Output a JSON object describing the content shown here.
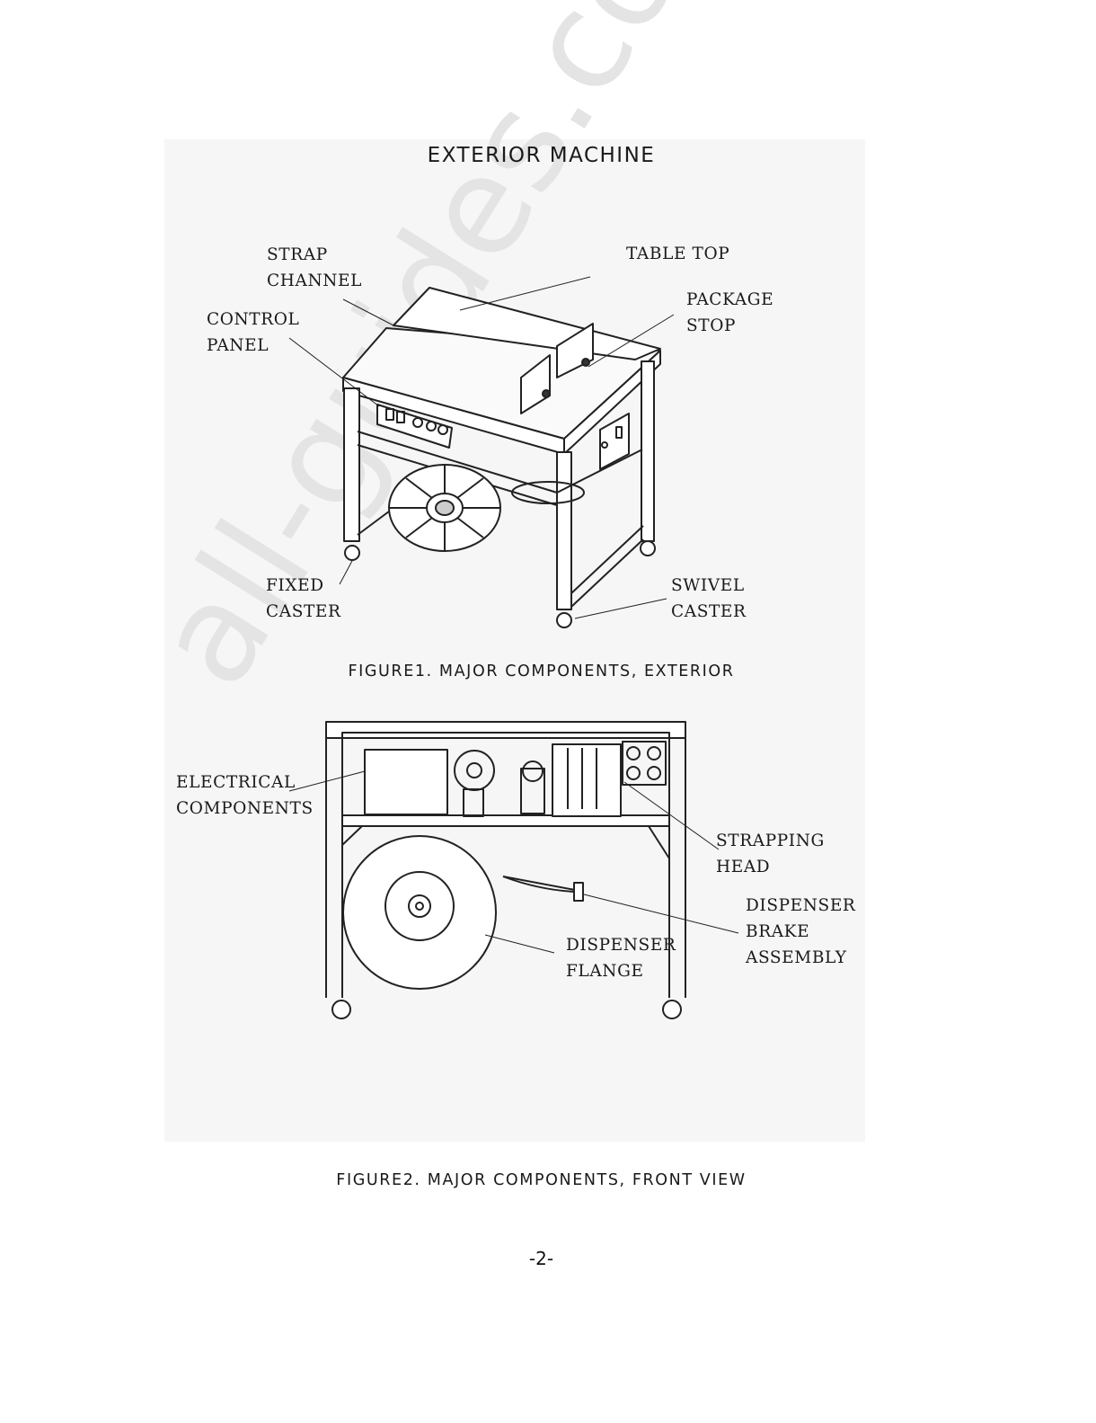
{
  "page": {
    "title": "EXTERIOR MACHINE",
    "page_number": "-2-",
    "watermark": "all-guides.com"
  },
  "figure1": {
    "caption": "FIGURE1. MAJOR COMPONENTS, EXTERIOR",
    "labels": {
      "strap_channel": "STRAP\nCHANNEL",
      "table_top": "TABLE TOP",
      "package_stop": "PACKAGE\nSTOP",
      "control_panel": "CONTROL\nPANEL",
      "fixed_caster": "FIXED\nCASTER",
      "swivel_caster": "SWIVEL\nCASTER"
    }
  },
  "figure2": {
    "caption": "FIGURE2. MAJOR COMPONENTS, FRONT VIEW",
    "labels": {
      "electrical_components": "ELECTRICAL\nCOMPONENTS",
      "strapping_head": "STRAPPING\nHEAD",
      "dispenser_brake_assembly": "DISPENSER\nBRAKE\nASSEMBLY",
      "dispenser_flange": "DISPENSER\nFLANGE"
    }
  }
}
